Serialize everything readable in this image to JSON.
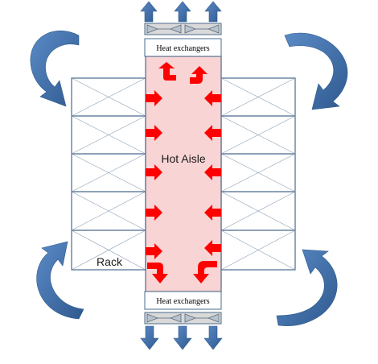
{
  "labels": {
    "heat_exchangers_top": "Heat exchangers",
    "heat_exchangers_bottom": "Heat exchangers",
    "hot_aisle": "Hot Aisle",
    "rack": "Rack"
  },
  "colors": {
    "rack_stroke": "#4a6b8c",
    "hot_aisle_fill": "#f9d4d4",
    "hot_air_arrow": "#ff0000",
    "cool_air_arrow": "#4a7ab8",
    "cool_air_arrow_dark": "#2f5a8f",
    "exchanger_fill": "#d9d9d9"
  }
}
